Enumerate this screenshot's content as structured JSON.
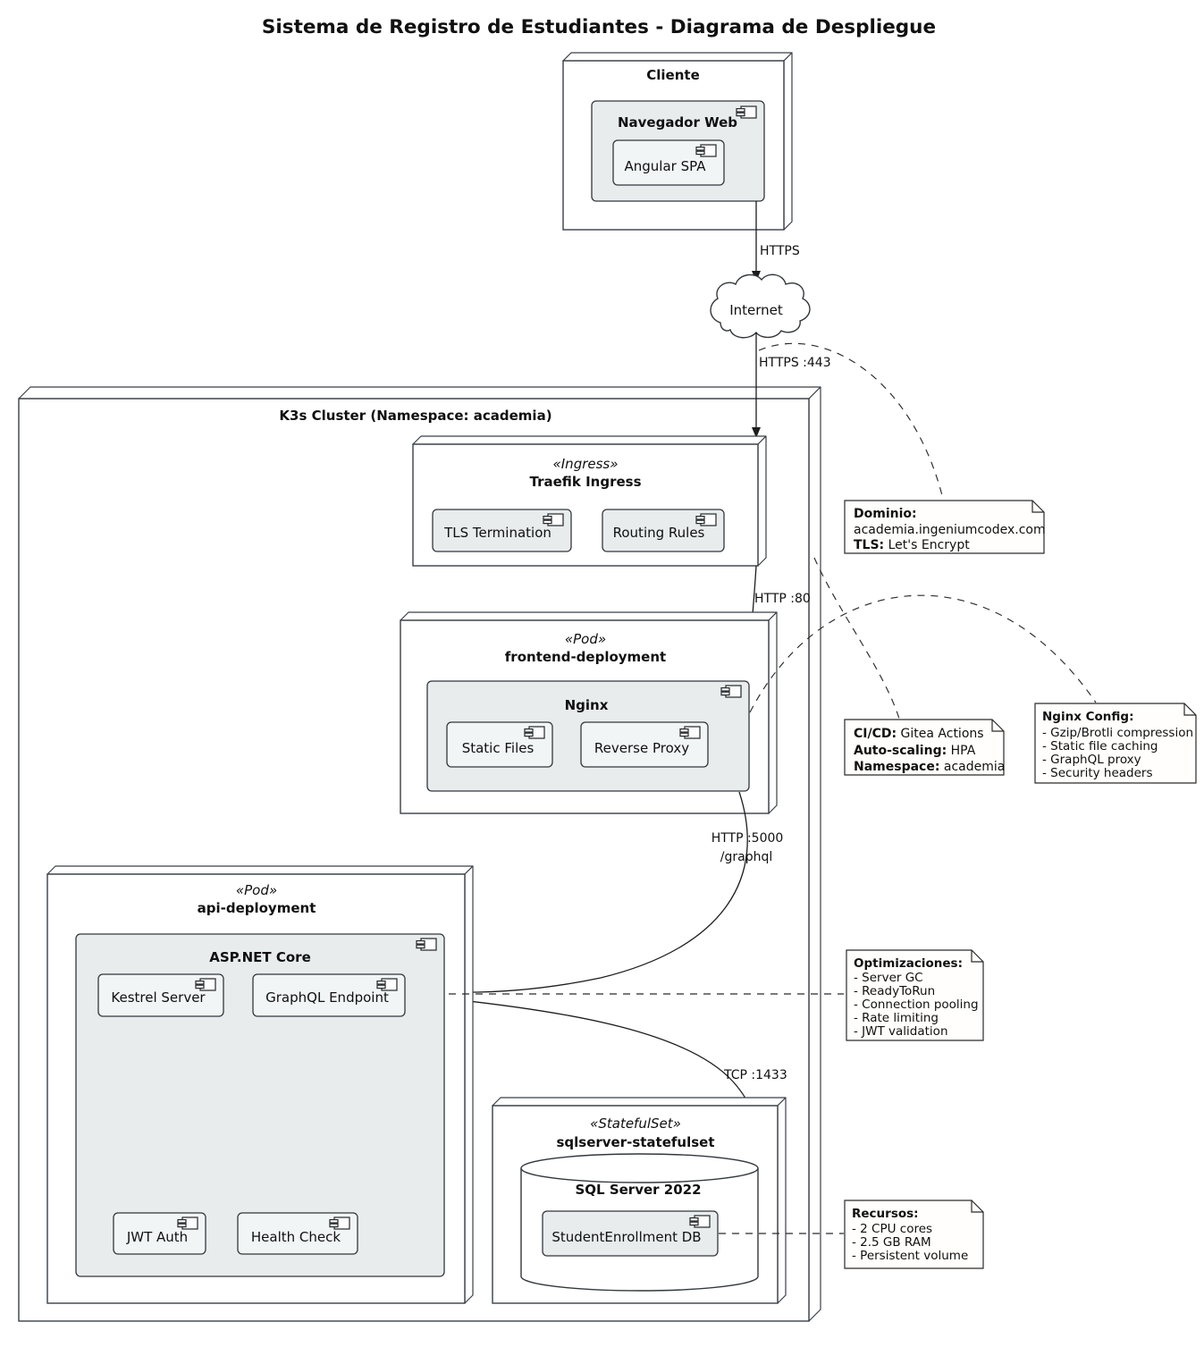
{
  "title": "Sistema de Registro de Estudiantes - Diagrama de Despliegue",
  "colors": {
    "component_fill": "#e8eced",
    "component_fill_light": "#f2f5f6",
    "node_fill": "#ffffff",
    "line": "#1c1c1c",
    "text": "#101010"
  },
  "nodes": {
    "cliente": {
      "label": "Cliente"
    },
    "navegador_web": {
      "label": "Navegador Web"
    },
    "angular_spa": {
      "label": "Angular SPA"
    },
    "internet": {
      "label": "Internet"
    },
    "k3s_cluster": {
      "label": "K3s Cluster (Namespace: academia)"
    },
    "traefik_ingress": {
      "stereotype": "«Ingress»",
      "label": "Traefik Ingress"
    },
    "tls_termination": {
      "label": "TLS Termination"
    },
    "routing_rules": {
      "label": "Routing Rules"
    },
    "frontend_deployment": {
      "stereotype": "«Pod»",
      "label": "frontend-deployment"
    },
    "nginx": {
      "label": "Nginx"
    },
    "static_files": {
      "label": "Static Files"
    },
    "reverse_proxy": {
      "label": "Reverse Proxy"
    },
    "api_deployment": {
      "stereotype": "«Pod»",
      "label": "api-deployment"
    },
    "aspnet_core": {
      "label": "ASP.NET Core"
    },
    "kestrel_server": {
      "label": "Kestrel Server"
    },
    "graphql_endpoint": {
      "label": "GraphQL Endpoint"
    },
    "jwt_auth": {
      "label": "JWT Auth"
    },
    "health_check": {
      "label": "Health Check"
    },
    "sqlserver_statefulset": {
      "stereotype": "«StatefulSet»",
      "label": "sqlserver-statefulset"
    },
    "sql_server_2022": {
      "label": "SQL Server 2022"
    },
    "student_enrollment_db": {
      "label": "StudentEnrollment DB"
    }
  },
  "edges": {
    "https": {
      "label": "HTTPS"
    },
    "https_443": {
      "label": "HTTPS :443"
    },
    "http_80": {
      "label": "HTTP :80"
    },
    "http_5000": {
      "label": "HTTP :5000",
      "sublabel": "/graphql"
    },
    "tcp_1433": {
      "label": "TCP :1433"
    }
  },
  "notes": {
    "dominio": {
      "l1b": "Dominio:",
      "l2": "academia.ingeniumcodex.com",
      "l3b": "TLS:",
      "l3r": " Let's Encrypt"
    },
    "cicd": {
      "l1b": "CI/CD:",
      "l1r": " Gitea Actions",
      "l2b": "Auto-scaling:",
      "l2r": " HPA",
      "l3b": "Namespace:",
      "l3r": " academia"
    },
    "nginx_config": {
      "title": "Nginx Config:",
      "items": [
        "- Gzip/Brotli compression",
        "- Static file caching",
        "- GraphQL proxy",
        "- Security headers"
      ]
    },
    "optimizaciones": {
      "title": "Optimizaciones:",
      "items": [
        "- Server GC",
        "- ReadyToRun",
        "- Connection pooling",
        "- Rate limiting",
        "- JWT validation"
      ]
    },
    "recursos": {
      "title": "Recursos:",
      "items": [
        "- 2 CPU cores",
        "- 2.5 GB RAM",
        "- Persistent volume"
      ]
    }
  }
}
